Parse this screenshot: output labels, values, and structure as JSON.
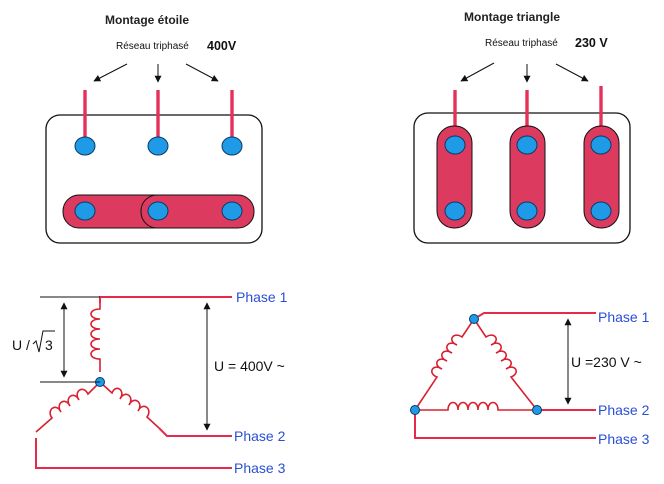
{
  "star": {
    "title": "Montage étoile",
    "network_label": "Réseau triphasé",
    "network_voltage": "400V",
    "phase_labels": [
      "Phase 1",
      "Phase 2",
      "Phase 3"
    ],
    "u_label": "U = 400V ~",
    "u_over_root3": "U / ",
    "root_arg": "3"
  },
  "delta": {
    "title": "Montage triangle",
    "network_label": "Réseau triphasé",
    "network_voltage": "230 V",
    "phase_labels": [
      "Phase 1",
      "Phase 2",
      "Phase 3"
    ],
    "u_label": "U =230 V ~"
  },
  "colors": {
    "connection_bar": "#dc3a5e",
    "terminal": "#1e9ae6",
    "winding": "#d82030",
    "phase_text": "#2a4fd6"
  }
}
